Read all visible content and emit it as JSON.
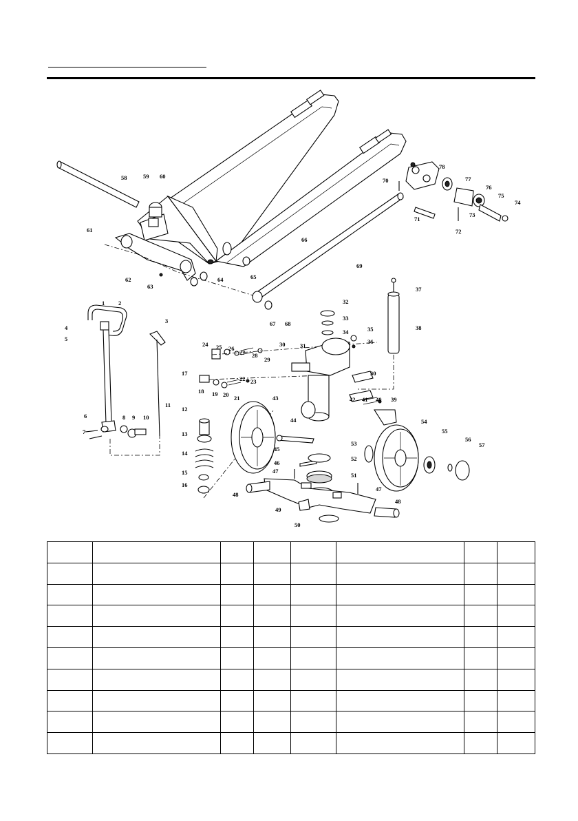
{
  "diagram": {
    "callouts": [
      "1",
      "2",
      "3",
      "4",
      "5",
      "6",
      "7",
      "8",
      "9",
      "10",
      "11",
      "12",
      "13",
      "14",
      "15",
      "16",
      "17",
      "18",
      "19",
      "20",
      "21",
      "22",
      "23",
      "24",
      "25",
      "26",
      "27",
      "28",
      "29",
      "30",
      "31",
      "32",
      "33",
      "34",
      "35",
      "36",
      "37",
      "38",
      "39",
      "40",
      "41",
      "42",
      "43",
      "44",
      "45",
      "46",
      "47",
      "48",
      "49",
      "50",
      "51",
      "52",
      "53",
      "54",
      "55",
      "56",
      "57",
      "58",
      "59",
      "60",
      "61",
      "62",
      "63",
      "64",
      "65",
      "66",
      "67",
      "68",
      "69",
      "70",
      "71",
      "72",
      "73",
      "74",
      "75",
      "76",
      "77",
      "78"
    ]
  },
  "table": {
    "rows": 10,
    "columns": 8,
    "cells": []
  }
}
